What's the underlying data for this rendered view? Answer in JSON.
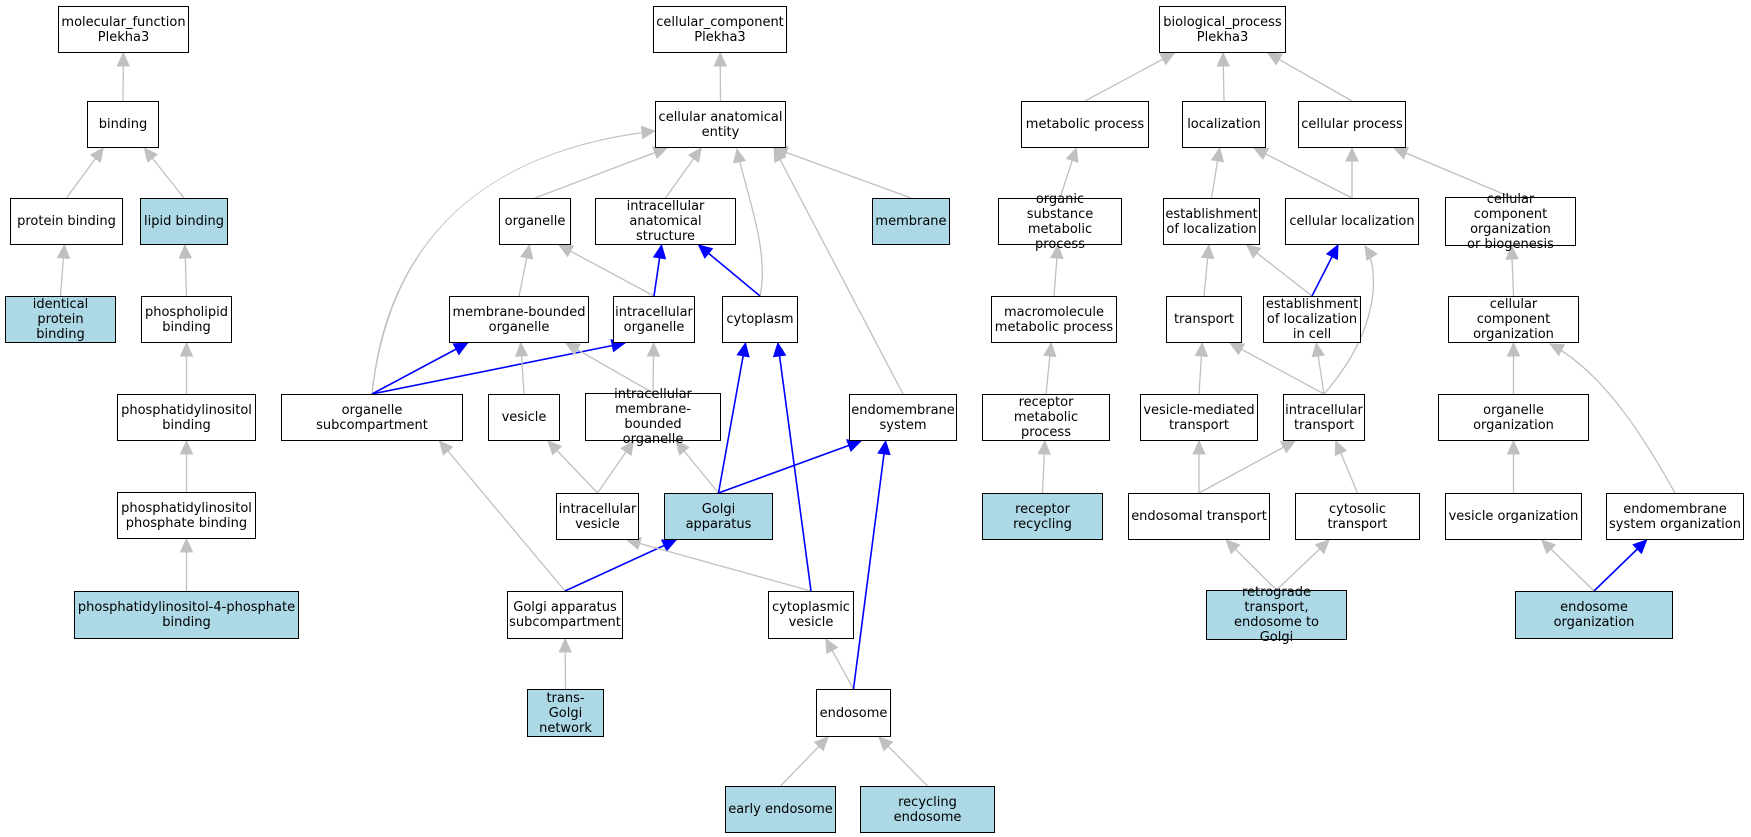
{
  "colors": {
    "highlight_fill": "#add8e6",
    "default_fill": "#ffffff",
    "edge_gray": "#c0c0c0",
    "edge_blue": "#0000ff"
  },
  "nodes": {
    "mf_root": {
      "label": "molecular_function\nPlekha3",
      "highlight": false
    },
    "binding": {
      "label": "binding",
      "highlight": false
    },
    "protein_binding": {
      "label": "protein binding",
      "highlight": false
    },
    "lipid_binding": {
      "label": "lipid binding",
      "highlight": true
    },
    "identical_protein_binding": {
      "label": "identical protein\nbinding",
      "highlight": true
    },
    "phospholipid_binding": {
      "label": "phospholipid\nbinding",
      "highlight": false
    },
    "phosphatidylinositol_binding": {
      "label": "phosphatidylinositol\nbinding",
      "highlight": false
    },
    "phosphatidylinositol_phosphate_binding": {
      "label": "phosphatidylinositol\nphosphate binding",
      "highlight": false
    },
    "pi4p_binding": {
      "label": "phosphatidylinositol-4-phosphate\nbinding",
      "highlight": true
    },
    "cc_root": {
      "label": "cellular_component\nPlekha3",
      "highlight": false
    },
    "cellular_anatomical_entity": {
      "label": "cellular anatomical\nentity",
      "highlight": false
    },
    "organelle": {
      "label": "organelle",
      "highlight": false
    },
    "intracellular_anatomical_structure": {
      "label": "intracellular\nanatomical structure",
      "highlight": false
    },
    "membrane": {
      "label": "membrane",
      "highlight": true
    },
    "membrane_bounded_organelle": {
      "label": "membrane-bounded\norganelle",
      "highlight": false
    },
    "intracellular_organelle": {
      "label": "intracellular\norganelle",
      "highlight": false
    },
    "cytoplasm": {
      "label": "cytoplasm",
      "highlight": false
    },
    "organelle_subcompartment": {
      "label": "organelle subcompartment",
      "highlight": false
    },
    "vesicle": {
      "label": "vesicle",
      "highlight": false
    },
    "intracellular_mb_organelle": {
      "label": "intracellular\nmembrane-bounded\norganelle",
      "highlight": false
    },
    "endomembrane_system": {
      "label": "endomembrane\nsystem",
      "highlight": false
    },
    "intracellular_vesicle": {
      "label": "intracellular\nvesicle",
      "highlight": false
    },
    "golgi_apparatus": {
      "label": "Golgi apparatus",
      "highlight": true
    },
    "golgi_subcompartment": {
      "label": "Golgi apparatus\nsubcompartment",
      "highlight": false
    },
    "cytoplasmic_vesicle": {
      "label": "cytoplasmic\nvesicle",
      "highlight": false
    },
    "trans_golgi_network": {
      "label": "trans-Golgi\nnetwork",
      "highlight": true
    },
    "endosome": {
      "label": "endosome",
      "highlight": false
    },
    "early_endosome": {
      "label": "early endosome",
      "highlight": true
    },
    "recycling_endosome": {
      "label": "recycling endosome",
      "highlight": true
    },
    "bp_root": {
      "label": "biological_process\nPlekha3",
      "highlight": false
    },
    "metabolic_process": {
      "label": "metabolic process",
      "highlight": false
    },
    "localization": {
      "label": "localization",
      "highlight": false
    },
    "cellular_process": {
      "label": "cellular process",
      "highlight": false
    },
    "organic_substance_metabolic_process": {
      "label": "organic substance\nmetabolic process",
      "highlight": false
    },
    "establishment_of_localization": {
      "label": "establishment\nof localization",
      "highlight": false
    },
    "cellular_localization": {
      "label": "cellular localization",
      "highlight": false
    },
    "cc_organization_or_biogenesis": {
      "label": "cellular component\norganization\nor biogenesis",
      "highlight": false
    },
    "macromolecule_metabolic_process": {
      "label": "macromolecule\nmetabolic process",
      "highlight": false
    },
    "transport": {
      "label": "transport",
      "highlight": false
    },
    "establishment_of_localization_in_cell": {
      "label": "establishment\nof localization\nin cell",
      "highlight": false
    },
    "cc_organization": {
      "label": "cellular component\norganization",
      "highlight": false
    },
    "receptor_metabolic_process": {
      "label": "receptor metabolic\nprocess",
      "highlight": false
    },
    "vesicle_mediated_transport": {
      "label": "vesicle-mediated\ntransport",
      "highlight": false
    },
    "intracellular_transport": {
      "label": "intracellular\ntransport",
      "highlight": false
    },
    "organelle_organization": {
      "label": "organelle organization",
      "highlight": false
    },
    "receptor_recycling": {
      "label": "receptor recycling",
      "highlight": true
    },
    "endosomal_transport": {
      "label": "endosomal transport",
      "highlight": false
    },
    "cytosolic_transport": {
      "label": "cytosolic transport",
      "highlight": false
    },
    "vesicle_organization": {
      "label": "vesicle organization",
      "highlight": false
    },
    "endomembrane_system_organization": {
      "label": "endomembrane\nsystem organization",
      "highlight": false
    },
    "retrograde_transport": {
      "label": "retrograde transport,\nendosome to\nGolgi",
      "highlight": true
    },
    "endosome_organization": {
      "label": "endosome organization",
      "highlight": true
    }
  },
  "edges": [
    {
      "from": "binding",
      "to": "mf_root",
      "color": "gray"
    },
    {
      "from": "protein_binding",
      "to": "binding",
      "color": "gray"
    },
    {
      "from": "lipid_binding",
      "to": "binding",
      "color": "gray"
    },
    {
      "from": "identical_protein_binding",
      "to": "protein_binding",
      "color": "gray"
    },
    {
      "from": "phospholipid_binding",
      "to": "lipid_binding",
      "color": "gray"
    },
    {
      "from": "phosphatidylinositol_binding",
      "to": "phospholipid_binding",
      "color": "gray"
    },
    {
      "from": "phosphatidylinositol_phosphate_binding",
      "to": "phosphatidylinositol_binding",
      "color": "gray"
    },
    {
      "from": "pi4p_binding",
      "to": "phosphatidylinositol_phosphate_binding",
      "color": "gray"
    },
    {
      "from": "cellular_anatomical_entity",
      "to": "cc_root",
      "color": "gray"
    },
    {
      "from": "organelle",
      "to": "cellular_anatomical_entity",
      "color": "gray"
    },
    {
      "from": "intracellular_anatomical_structure",
      "to": "cellular_anatomical_entity",
      "color": "gray"
    },
    {
      "from": "membrane",
      "to": "cellular_anatomical_entity",
      "color": "gray"
    },
    {
      "from": "cytoplasm",
      "to": "cellular_anatomical_entity",
      "color": "gray",
      "curve": "cytoplasm_cae"
    },
    {
      "from": "organelle_subcompartment",
      "to": "cellular_anatomical_entity",
      "color": "gray",
      "curve": "osc_cae"
    },
    {
      "from": "endomembrane_system",
      "to": "cellular_anatomical_entity",
      "color": "gray"
    },
    {
      "from": "membrane_bounded_organelle",
      "to": "organelle",
      "color": "gray"
    },
    {
      "from": "intracellular_organelle",
      "to": "organelle",
      "color": "gray"
    },
    {
      "from": "intracellular_organelle",
      "to": "intracellular_anatomical_structure",
      "color": "blue"
    },
    {
      "from": "cytoplasm",
      "to": "intracellular_anatomical_structure",
      "color": "blue"
    },
    {
      "from": "organelle_subcompartment",
      "to": "membrane_bounded_organelle",
      "color": "blue"
    },
    {
      "from": "organelle_subcompartment",
      "to": "intracellular_organelle",
      "color": "blue"
    },
    {
      "from": "vesicle",
      "to": "membrane_bounded_organelle",
      "color": "gray"
    },
    {
      "from": "intracellular_mb_organelle",
      "to": "membrane_bounded_organelle",
      "color": "gray"
    },
    {
      "from": "intracellular_mb_organelle",
      "to": "intracellular_organelle",
      "color": "gray"
    },
    {
      "from": "intracellular_vesicle",
      "to": "vesicle",
      "color": "gray"
    },
    {
      "from": "intracellular_vesicle",
      "to": "intracellular_mb_organelle",
      "color": "gray"
    },
    {
      "from": "golgi_apparatus",
      "to": "intracellular_mb_organelle",
      "color": "gray"
    },
    {
      "from": "golgi_apparatus",
      "to": "cytoplasm",
      "color": "blue"
    },
    {
      "from": "golgi_apparatus",
      "to": "endomembrane_system",
      "color": "blue"
    },
    {
      "from": "golgi_subcompartment",
      "to": "organelle_subcompartment",
      "color": "gray"
    },
    {
      "from": "golgi_subcompartment",
      "to": "golgi_apparatus",
      "color": "blue"
    },
    {
      "from": "cytoplasmic_vesicle",
      "to": "intracellular_vesicle",
      "color": "gray"
    },
    {
      "from": "cytoplasmic_vesicle",
      "to": "cytoplasm",
      "color": "blue"
    },
    {
      "from": "trans_golgi_network",
      "to": "golgi_subcompartment",
      "color": "gray"
    },
    {
      "from": "endosome",
      "to": "cytoplasmic_vesicle",
      "color": "gray"
    },
    {
      "from": "endosome",
      "to": "endomembrane_system",
      "color": "blue"
    },
    {
      "from": "early_endosome",
      "to": "endosome",
      "color": "gray"
    },
    {
      "from": "recycling_endosome",
      "to": "endosome",
      "color": "gray"
    },
    {
      "from": "metabolic_process",
      "to": "bp_root",
      "color": "gray"
    },
    {
      "from": "localization",
      "to": "bp_root",
      "color": "gray"
    },
    {
      "from": "cellular_process",
      "to": "bp_root",
      "color": "gray"
    },
    {
      "from": "organic_substance_metabolic_process",
      "to": "metabolic_process",
      "color": "gray"
    },
    {
      "from": "establishment_of_localization",
      "to": "localization",
      "color": "gray"
    },
    {
      "from": "cellular_localization",
      "to": "localization",
      "color": "gray"
    },
    {
      "from": "cellular_localization",
      "to": "cellular_process",
      "color": "gray"
    },
    {
      "from": "cc_organization_or_biogenesis",
      "to": "cellular_process",
      "color": "gray"
    },
    {
      "from": "macromolecule_metabolic_process",
      "to": "organic_substance_metabolic_process",
      "color": "gray"
    },
    {
      "from": "transport",
      "to": "establishment_of_localization",
      "color": "gray"
    },
    {
      "from": "establishment_of_localization_in_cell",
      "to": "establishment_of_localization",
      "color": "gray"
    },
    {
      "from": "establishment_of_localization_in_cell",
      "to": "cellular_localization",
      "color": "blue"
    },
    {
      "from": "cc_organization",
      "to": "cc_organization_or_biogenesis",
      "color": "gray"
    },
    {
      "from": "receptor_metabolic_process",
      "to": "macromolecule_metabolic_process",
      "color": "gray"
    },
    {
      "from": "vesicle_mediated_transport",
      "to": "transport",
      "color": "gray"
    },
    {
      "from": "intracellular_transport",
      "to": "transport",
      "color": "gray"
    },
    {
      "from": "intracellular_transport",
      "to": "establishment_of_localization_in_cell",
      "color": "gray"
    },
    {
      "from": "intracellular_transport",
      "to": "cellular_localization",
      "color": "gray",
      "curve": "it_cl"
    },
    {
      "from": "organelle_organization",
      "to": "cc_organization",
      "color": "gray"
    },
    {
      "from": "endomembrane_system_organization",
      "to": "cc_organization",
      "color": "gray",
      "curve": "eso_cco"
    },
    {
      "from": "receptor_recycling",
      "to": "receptor_metabolic_process",
      "color": "gray"
    },
    {
      "from": "endosomal_transport",
      "to": "vesicle_mediated_transport",
      "color": "gray"
    },
    {
      "from": "endosomal_transport",
      "to": "intracellular_transport",
      "color": "gray"
    },
    {
      "from": "cytosolic_transport",
      "to": "intracellular_transport",
      "color": "gray"
    },
    {
      "from": "vesicle_organization",
      "to": "organelle_organization",
      "color": "gray"
    },
    {
      "from": "retrograde_transport",
      "to": "endosomal_transport",
      "color": "gray"
    },
    {
      "from": "retrograde_transport",
      "to": "cytosolic_transport",
      "color": "gray"
    },
    {
      "from": "endosome_organization",
      "to": "vesicle_organization",
      "color": "gray"
    },
    {
      "from": "endosome_organization",
      "to": "endomembrane_system_organization",
      "color": "blue"
    }
  ]
}
